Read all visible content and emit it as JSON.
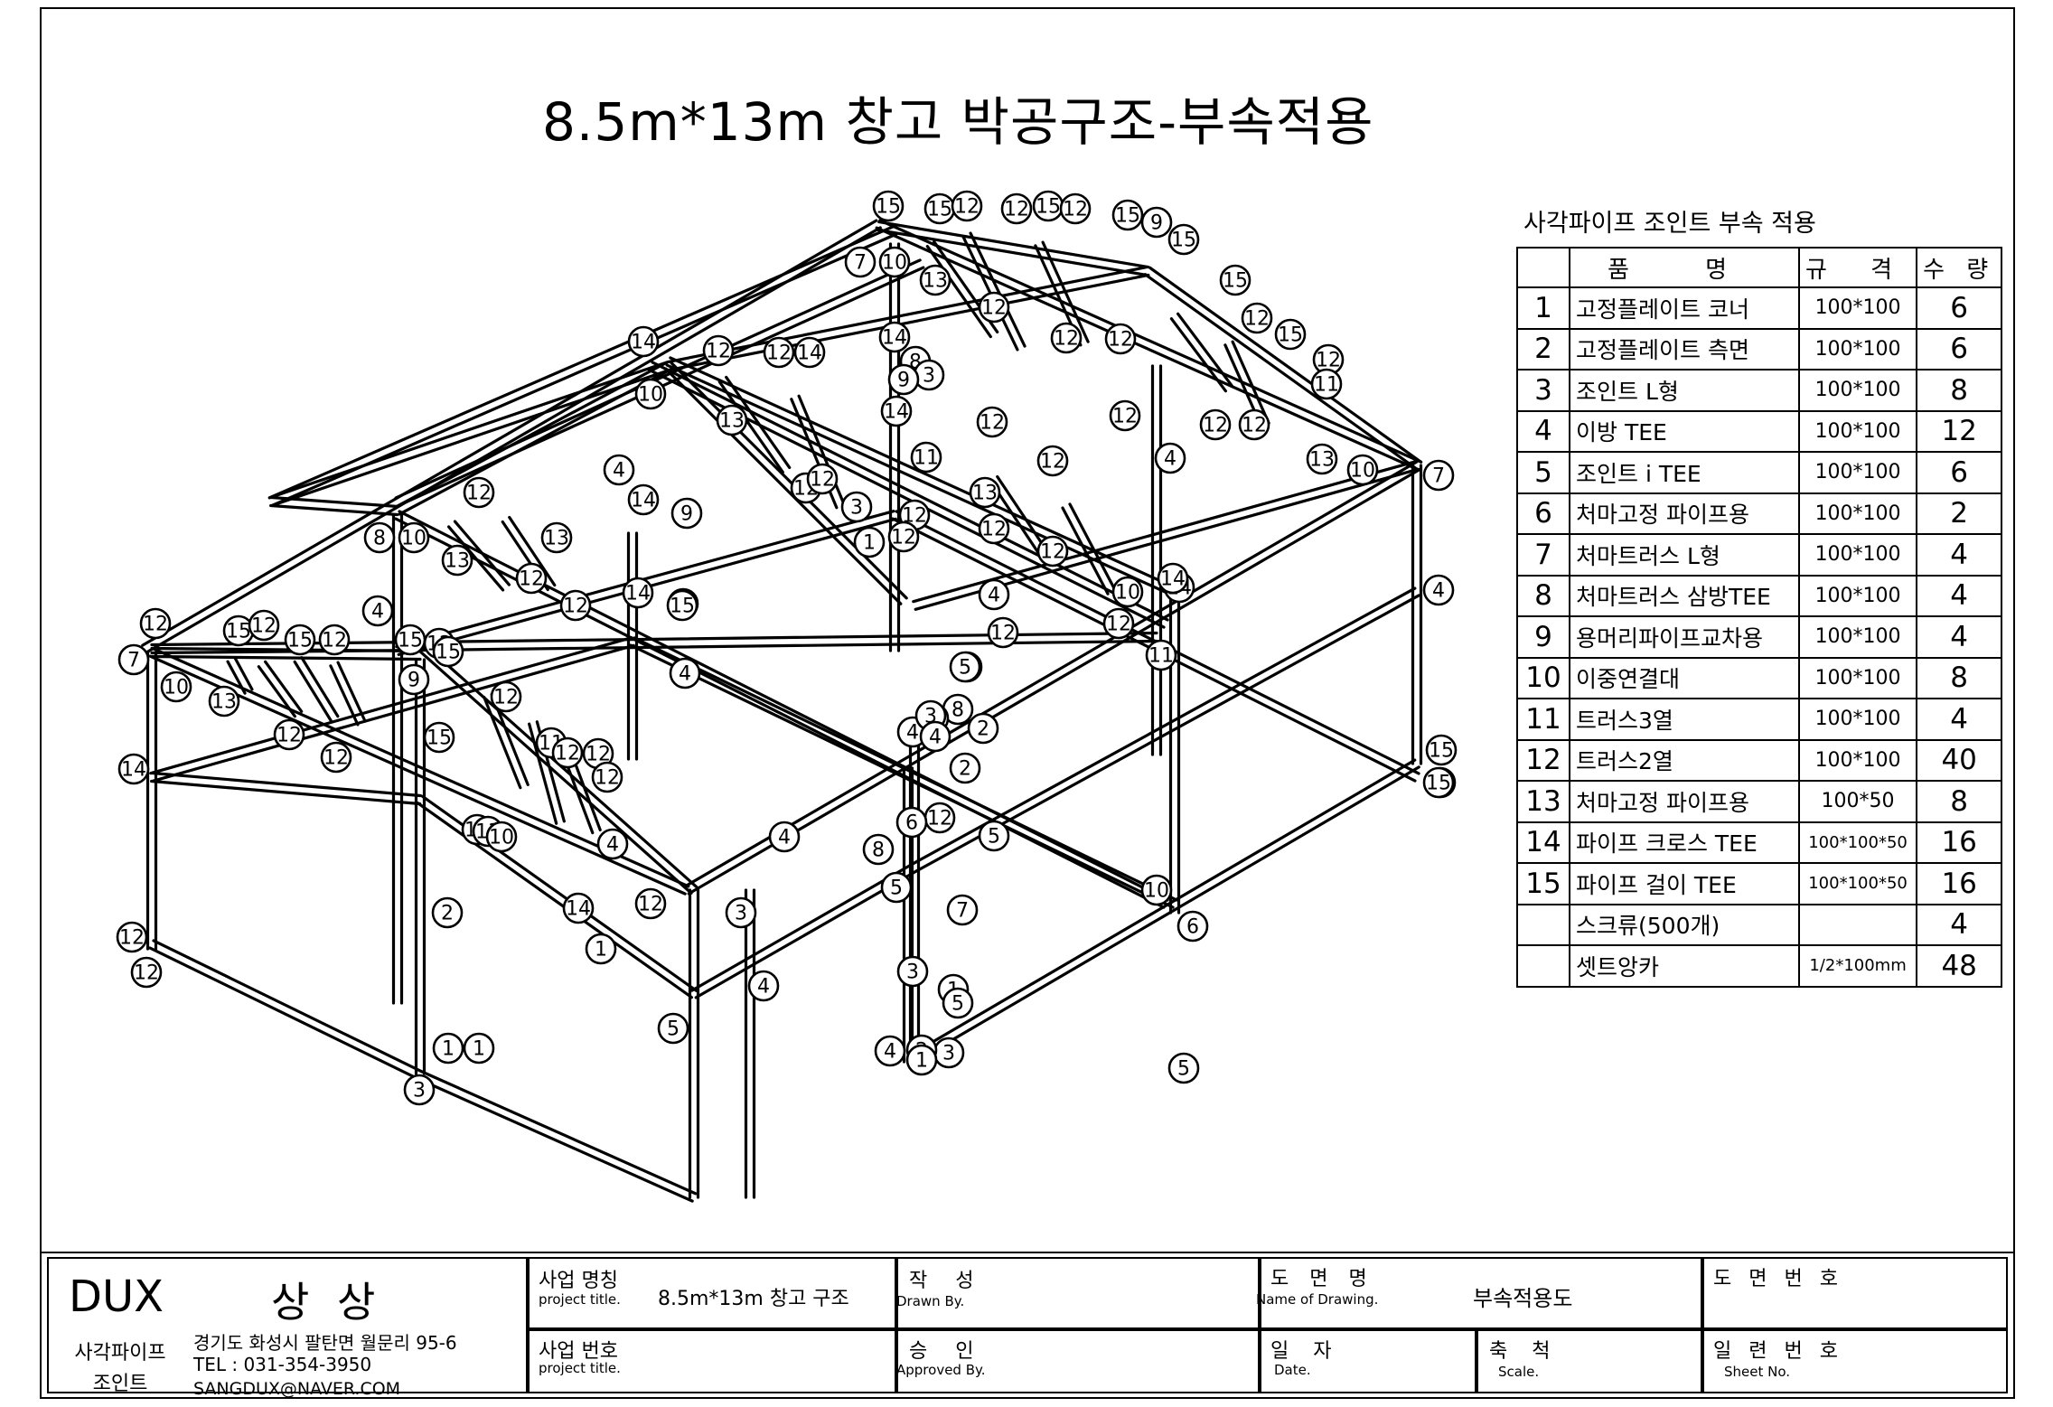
{
  "title": "8.5m*13m 창고 박공구조-부속적용",
  "parts_table": {
    "caption": "사각파이프 조인트 부속 적용",
    "headers": {
      "name": "품 명",
      "spec": "규 격",
      "qty": "수 량"
    },
    "rows": [
      {
        "no": "1",
        "name": "고정플레이트 코너",
        "spec": "100*100",
        "qty": "6"
      },
      {
        "no": "2",
        "name": "고정플레이트 측면",
        "spec": "100*100",
        "qty": "6"
      },
      {
        "no": "3",
        "name": "조인트 L형",
        "spec": "100*100",
        "qty": "8"
      },
      {
        "no": "4",
        "name": "이방 TEE",
        "spec": "100*100",
        "qty": "12"
      },
      {
        "no": "5",
        "name": "조인트 i TEE",
        "spec": "100*100",
        "qty": "6"
      },
      {
        "no": "6",
        "name": "처마고정 파이프용",
        "spec": "100*100",
        "qty": "2"
      },
      {
        "no": "7",
        "name": "처마트러스 L형",
        "spec": "100*100",
        "qty": "4"
      },
      {
        "no": "8",
        "name": "처마트러스 삼방TEE",
        "spec": "100*100",
        "qty": "4"
      },
      {
        "no": "9",
        "name": "용머리파이프교차용",
        "spec": "100*100",
        "qty": "4"
      },
      {
        "no": "10",
        "name": "이중연결대",
        "spec": "100*100",
        "qty": "8"
      },
      {
        "no": "11",
        "name": "트러스3열",
        "spec": "100*100",
        "qty": "4"
      },
      {
        "no": "12",
        "name": "트러스2열",
        "spec": "100*100",
        "qty": "40"
      },
      {
        "no": "13",
        "name": "처마고정 파이프용",
        "spec": "100*50",
        "qty": "8"
      },
      {
        "no": "14",
        "name": "파이프 크로스 TEE",
        "spec": "100*100*50",
        "qty": "16"
      },
      {
        "no": "15",
        "name": "파이프 걸이 TEE",
        "spec": "100*100*50",
        "qty": "16"
      },
      {
        "no": "",
        "name": "스크류(500개)",
        "spec": "",
        "qty": "4"
      },
      {
        "no": "",
        "name": "셋트앙카",
        "spec": "1/2*100mm",
        "qty": "48"
      }
    ]
  },
  "title_block": {
    "company": "DUX",
    "brand": "상 상",
    "product_line": "사각파이프 조인트",
    "address": "경기도 화성시 팔탄면 월문리 95-6",
    "tel": "TEL : 031-354-3950",
    "email": "SANGDUX@NAVER.COM",
    "project_name_label": "사업 명칭",
    "project_name_label_en": "project title.",
    "project_name_value": "8.5m*13m 창고 구조",
    "project_no_label": "사업 번호",
    "project_no_label_en": "project title.",
    "drawn_label": "작 성",
    "drawn_label_en": "Drawn By.",
    "approved_label": "승 인",
    "approved_label_en": "Approved By.",
    "drawing_name_label": "도 면 명",
    "drawing_name_label_en": "Name of Drawing.",
    "drawing_name_value": "부속적용도",
    "date_label": "일 자",
    "date_label_en": "Date.",
    "scale_label": "축 척",
    "scale_label_en": "Scale.",
    "drawing_no_label": "도 면 번 호",
    "sheet_no_label": "일 련 번 호",
    "sheet_no_label_en": "Sheet No."
  },
  "callouts": [
    "15",
    "15",
    "12",
    "12",
    "15",
    "12",
    "15",
    "9",
    "15",
    "7",
    "10",
    "13",
    "12",
    "12",
    "12",
    "12",
    "15",
    "12",
    "15",
    "12",
    "11",
    "12",
    "12",
    "13",
    "10",
    "7",
    "14",
    "12",
    "12",
    "14",
    "14",
    "10",
    "8",
    "13",
    "3",
    "9",
    "12",
    "14",
    "12",
    "11",
    "12",
    "4",
    "13",
    "12",
    "4",
    "14",
    "12",
    "12",
    "12",
    "3",
    "12",
    "1",
    "4",
    "14",
    "9",
    "8",
    "10",
    "13",
    "12",
    "13",
    "12",
    "14",
    "12",
    "12",
    "12",
    "11",
    "13",
    "10",
    "14",
    "8",
    "15",
    "12",
    "15",
    "12",
    "15",
    "12",
    "15",
    "12",
    "4",
    "15",
    "9",
    "7",
    "10",
    "13",
    "12",
    "12",
    "12",
    "12",
    "15",
    "11",
    "12",
    "12",
    "4",
    "1",
    "14",
    "12",
    "12",
    "13",
    "12",
    "4",
    "2",
    "12",
    "13",
    "10",
    "14",
    "8",
    "3",
    "3",
    "4",
    "12",
    "15",
    "12",
    "12",
    "2",
    "4",
    "6",
    "5",
    "4",
    "5",
    "4",
    "3",
    "1",
    "7",
    "10",
    "15",
    "6",
    "5",
    "5",
    "3",
    "4",
    "5",
    "2",
    "1",
    "2",
    "1",
    "3",
    "5",
    "1",
    "4"
  ]
}
